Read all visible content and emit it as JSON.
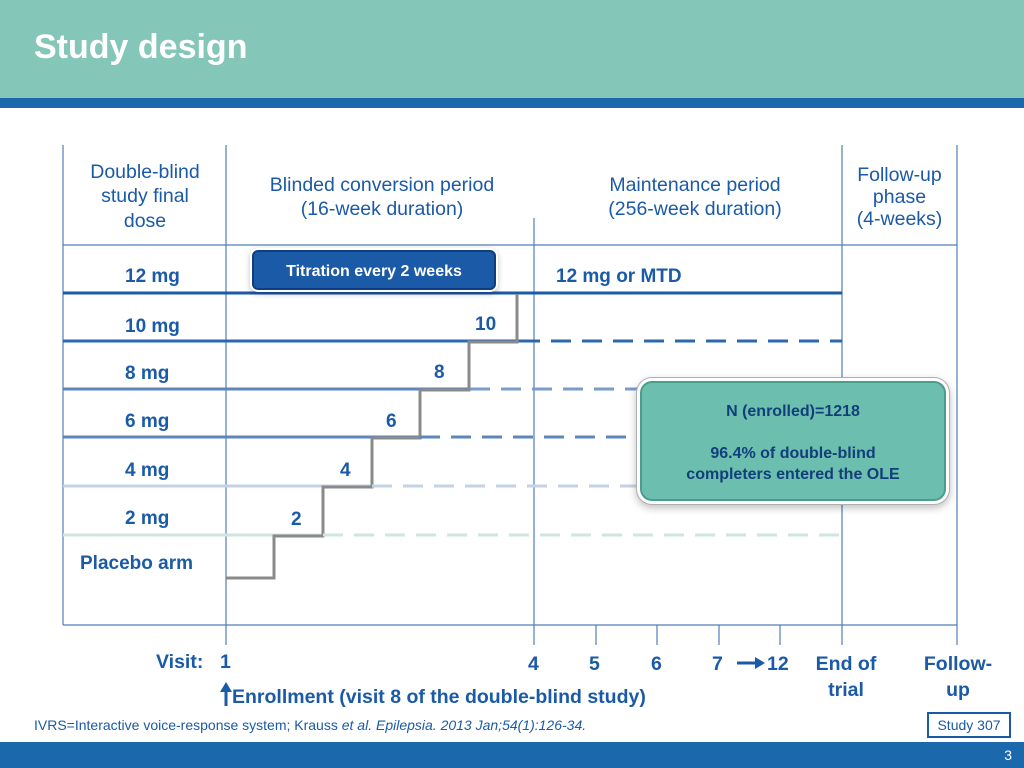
{
  "header": {
    "title": "Study design"
  },
  "columns": {
    "col1": [
      "Double-blind",
      "study final",
      "dose"
    ],
    "col2": [
      "Blinded conversion period",
      "(16-week duration)"
    ],
    "col3": [
      "Maintenance period",
      "(256-week duration)"
    ],
    "col4": [
      "Follow-up",
      "phase",
      "(4-weeks)"
    ]
  },
  "titration_label": "Titration every 2 weeks",
  "maintenance_label": "12 mg or MTD",
  "doses": [
    "12 mg",
    "10 mg",
    "8 mg",
    "6 mg",
    "4 mg",
    "2 mg",
    "Placebo arm"
  ],
  "steps": [
    "10",
    "8",
    "6",
    "4",
    "2"
  ],
  "enrolled_box": {
    "line1": "N (enrolled)=1218",
    "line2": "96.4% of double-blind",
    "line3": "completers entered the OLE"
  },
  "visits": {
    "label": "Visit:",
    "v1": "1",
    "v4": "4",
    "v5": "5",
    "v6": "6",
    "v7": "7",
    "v12": "12",
    "end_of_trial": [
      "End of",
      "trial"
    ],
    "follow_up": [
      "Follow-",
      "up"
    ]
  },
  "enrollment_note": "Enrollment (visit 8 of the double-blind study)",
  "footnote": {
    "prefix": "IVRS=Interactive voice-response system; Krauss ",
    "etal": "et al.",
    "citation": " Epilepsia. 2013 Jan;54(1):126-34."
  },
  "study_tag": "Study 307",
  "page_number": "3",
  "colors": {
    "header_bg": "#84c6b8",
    "band": "#1b68ac",
    "text_blue": "#1b5aa6",
    "box_teal": "#6cbfae"
  }
}
